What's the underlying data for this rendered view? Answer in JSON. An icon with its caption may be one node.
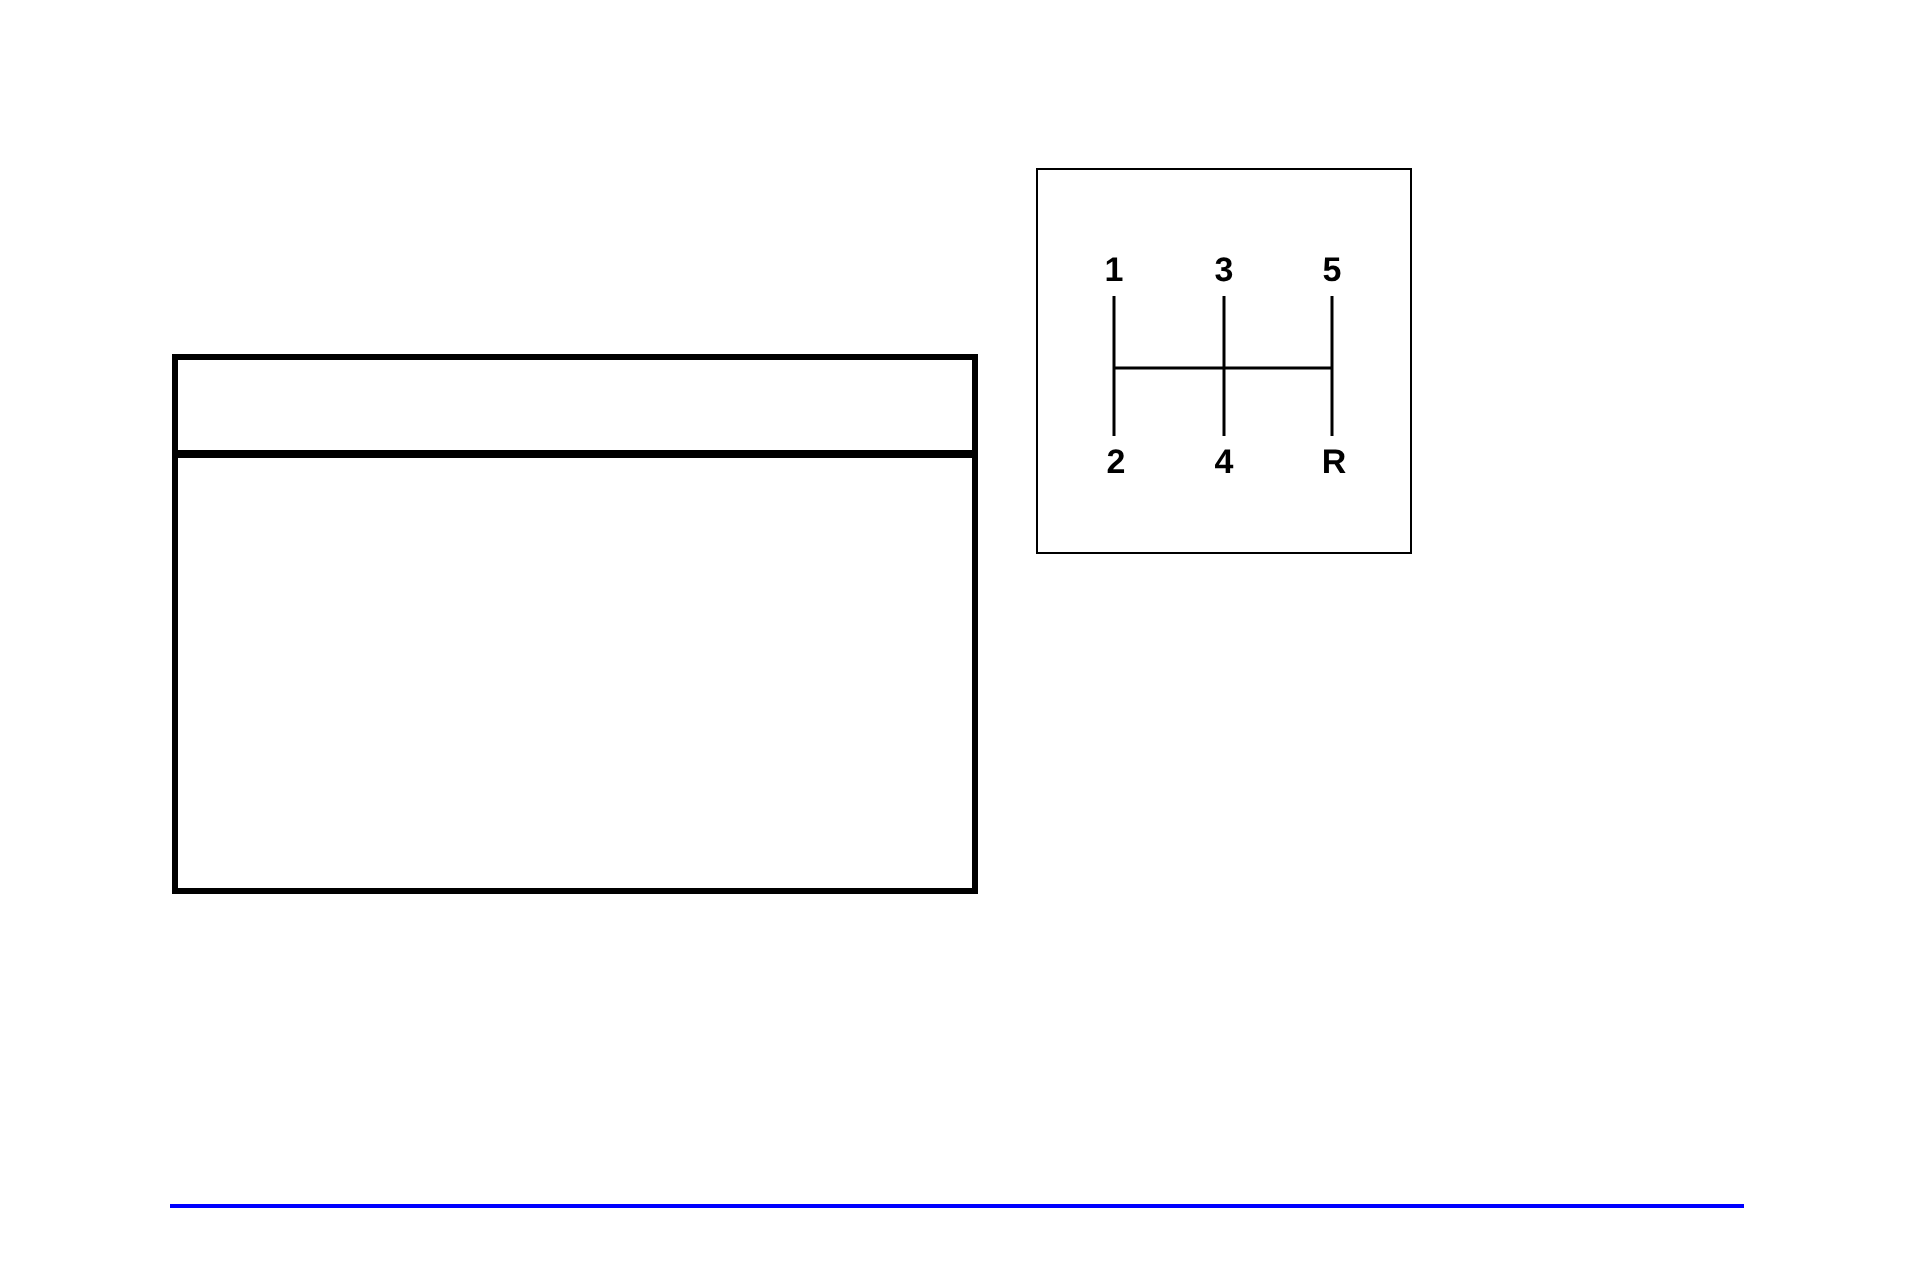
{
  "diagram": {
    "nodes": [
      {
        "text": [],
        "shape": "box"
      },
      {
        "text": [],
        "shape": "box",
        "in": 0
      },
      {
        "text": [
          "1",
          "3",
          "5",
          "2",
          "4",
          "R"
        ]
      }
    ]
  }
}
